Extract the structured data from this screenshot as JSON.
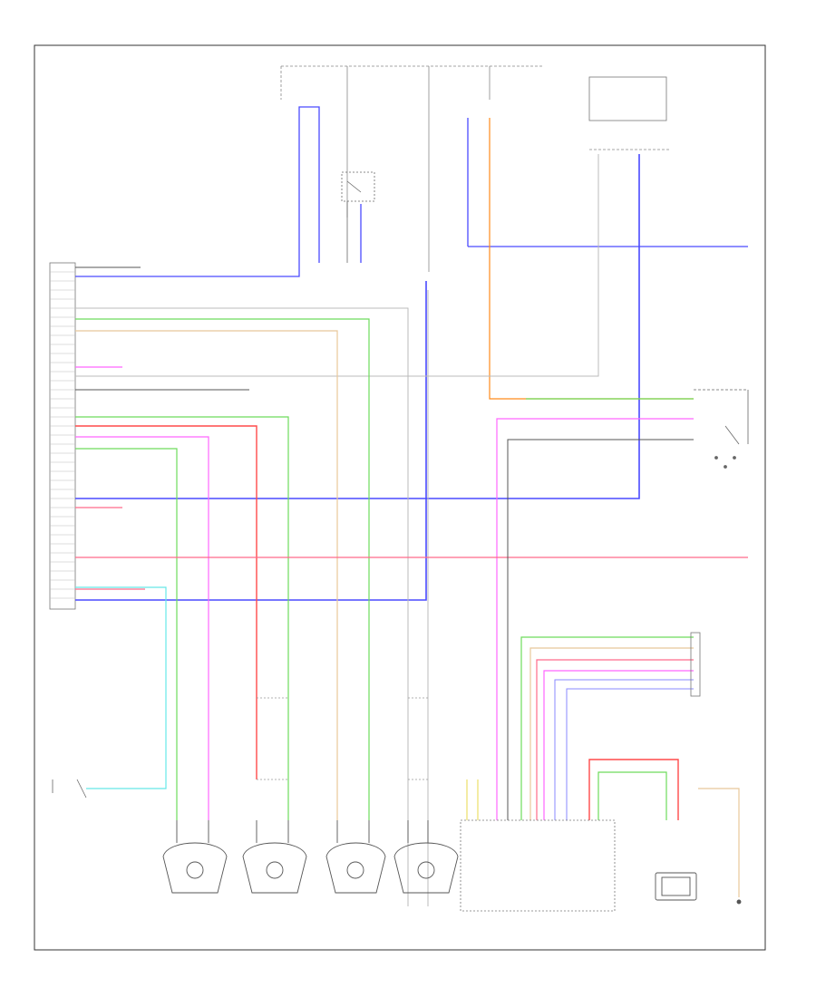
{
  "diagram": {
    "footer_tag": "",
    "colors": {
      "blue": "#4a4aff",
      "orange": "#ff8a1a",
      "green": "#6ddc5c",
      "pink": "#ff66ff",
      "red": "#ff4a4a",
      "cyan": "#66e8e8",
      "tan": "#e8c79a",
      "gray": "#9a9a9a",
      "black": "#444444",
      "yellow": "#e8d84a",
      "olive": "#b8a060"
    },
    "components": [
      {
        "id": "brake-actuator-control-assembly",
        "label": ""
      },
      {
        "id": "stop-light-switch-assembly",
        "label": ""
      },
      {
        "id": "transmission-floor-shift-assembly",
        "label": ""
      },
      {
        "id": "transmission-control-switch",
        "label": ""
      },
      {
        "id": "left-front-speed-sensor",
        "label": ""
      },
      {
        "id": "right-rear-speed-sensor",
        "label": ""
      },
      {
        "id": "right-front-speed-sensor",
        "label": ""
      },
      {
        "id": "left-rear-speed-sensor",
        "label": ""
      },
      {
        "id": "ecu",
        "label": ""
      },
      {
        "id": "brake-position-sensor",
        "label": ""
      },
      {
        "id": "ground",
        "label": ""
      }
    ]
  }
}
